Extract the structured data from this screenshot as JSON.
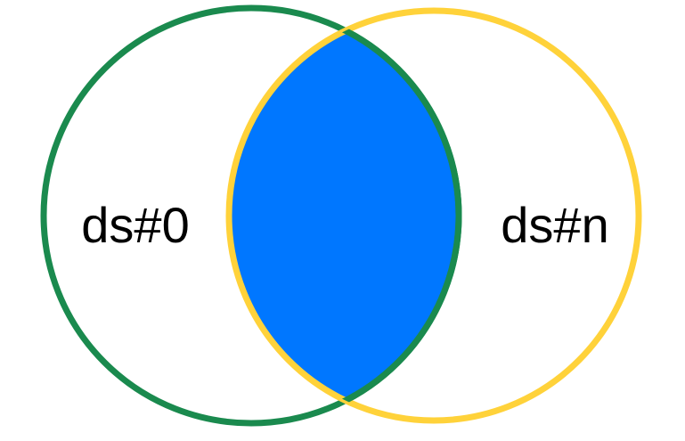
{
  "diagram": {
    "sets": [
      {
        "label": "ds#0",
        "color": "#1a8a4e",
        "fill": "none"
      },
      {
        "label": "ds#n",
        "color": "#ffd23a",
        "fill": "none"
      }
    ],
    "intersection": {
      "highlighted": true,
      "fill": "#0077ff"
    }
  }
}
